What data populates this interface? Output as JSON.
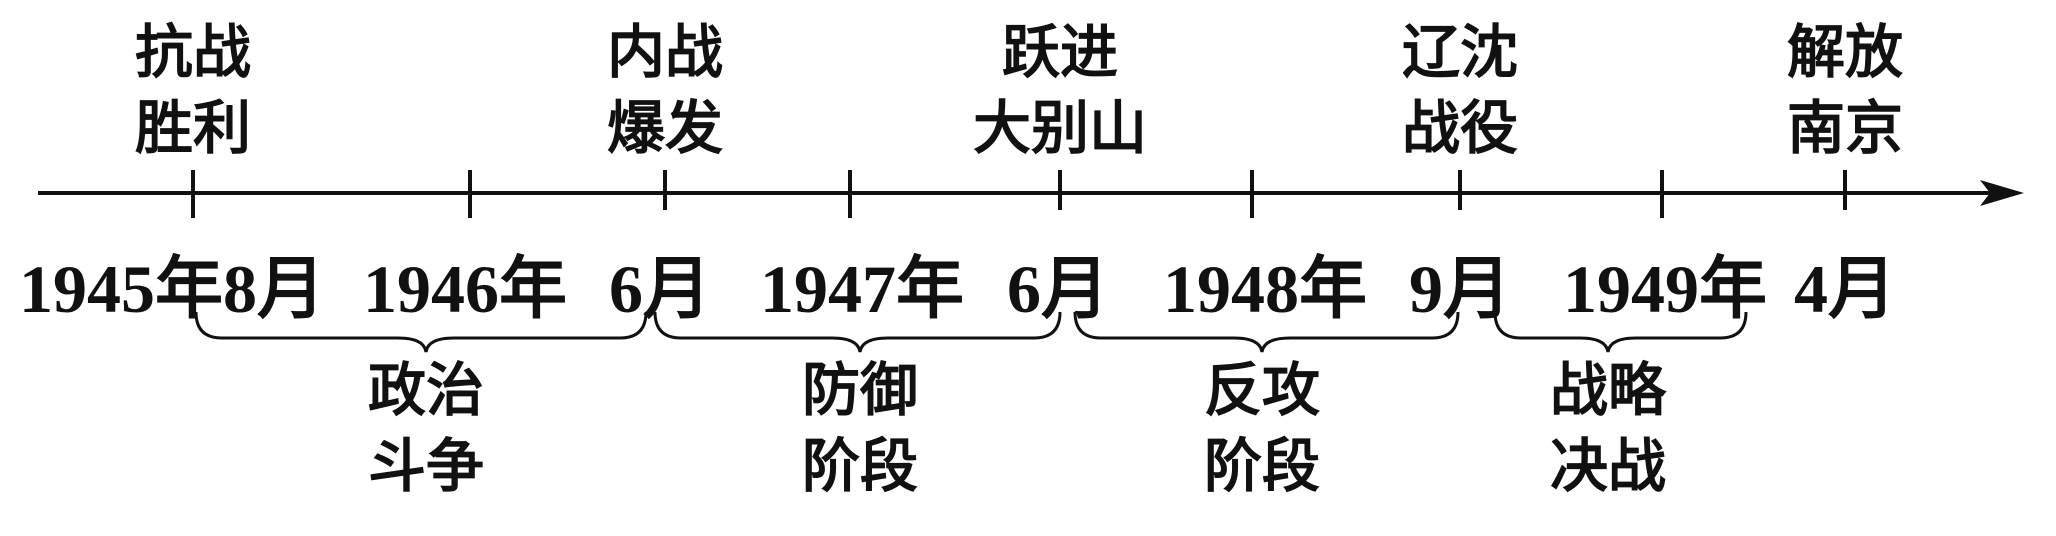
{
  "events": [
    {
      "line1": "抗战",
      "line2": "胜利"
    },
    {
      "line1": "内战",
      "line2": "爆发"
    },
    {
      "line1": "跃进",
      "line2": "大别山"
    },
    {
      "line1": "辽沈",
      "line2": "战役"
    },
    {
      "line1": "解放",
      "line2": "南京"
    }
  ],
  "time_labels": [
    "1945年8月",
    "1946年",
    "6月",
    "1947年",
    "6月",
    "1948年",
    "9月",
    "1949年",
    "4月"
  ],
  "stages": [
    {
      "line1": "政治",
      "line2": "斗争"
    },
    {
      "line1": "防御",
      "line2": "阶段"
    },
    {
      "line1": "反攻",
      "line2": "阶段"
    },
    {
      "line1": "战略",
      "line2": "决战"
    }
  ]
}
